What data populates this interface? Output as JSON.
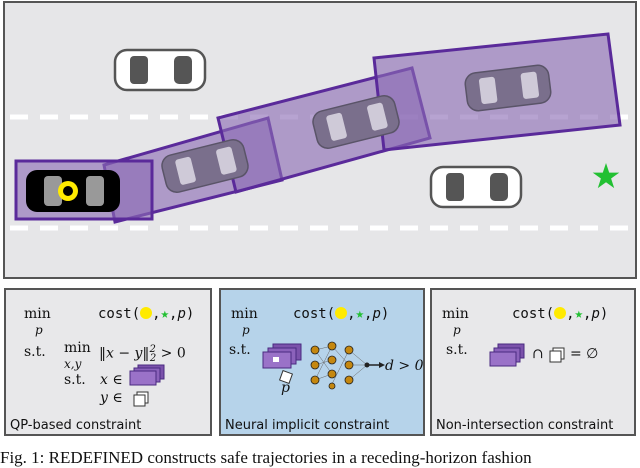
{
  "scene": {
    "road_color": "#e6e6e8",
    "reach_color": "#7b52ab",
    "goal_color": "#22c032",
    "ego_color": "#000000",
    "ego_marker_color": "#ffea00"
  },
  "panels": [
    {
      "label": "QP-based constraint",
      "min": "min",
      "min_sub": "p",
      "cost": "cost",
      "st": "s.t.",
      "inner_min": "min",
      "inner_sub": "x,y",
      "norm_expr": "‖x − y‖",
      "norm_sup": "2",
      "norm_sub": "2",
      "gt_zero": "> 0",
      "inner_st": "s.t.",
      "x_in": "x ∈",
      "y_in": "y ∈"
    },
    {
      "label": "Neural implicit constraint",
      "min": "min",
      "min_sub": "p",
      "cost": "cost",
      "st": "s.t.",
      "p_label": "p",
      "d_expr": "d > 0"
    },
    {
      "label": "Non-intersection constraint",
      "min": "min",
      "min_sub": "p",
      "cost": "cost",
      "st": "s.t.",
      "cap": "∩",
      "eq_empty": "= ∅"
    }
  ],
  "caption": "Fig. 1: REDEFINED constructs safe trajectories in a receding-horizon fashion"
}
